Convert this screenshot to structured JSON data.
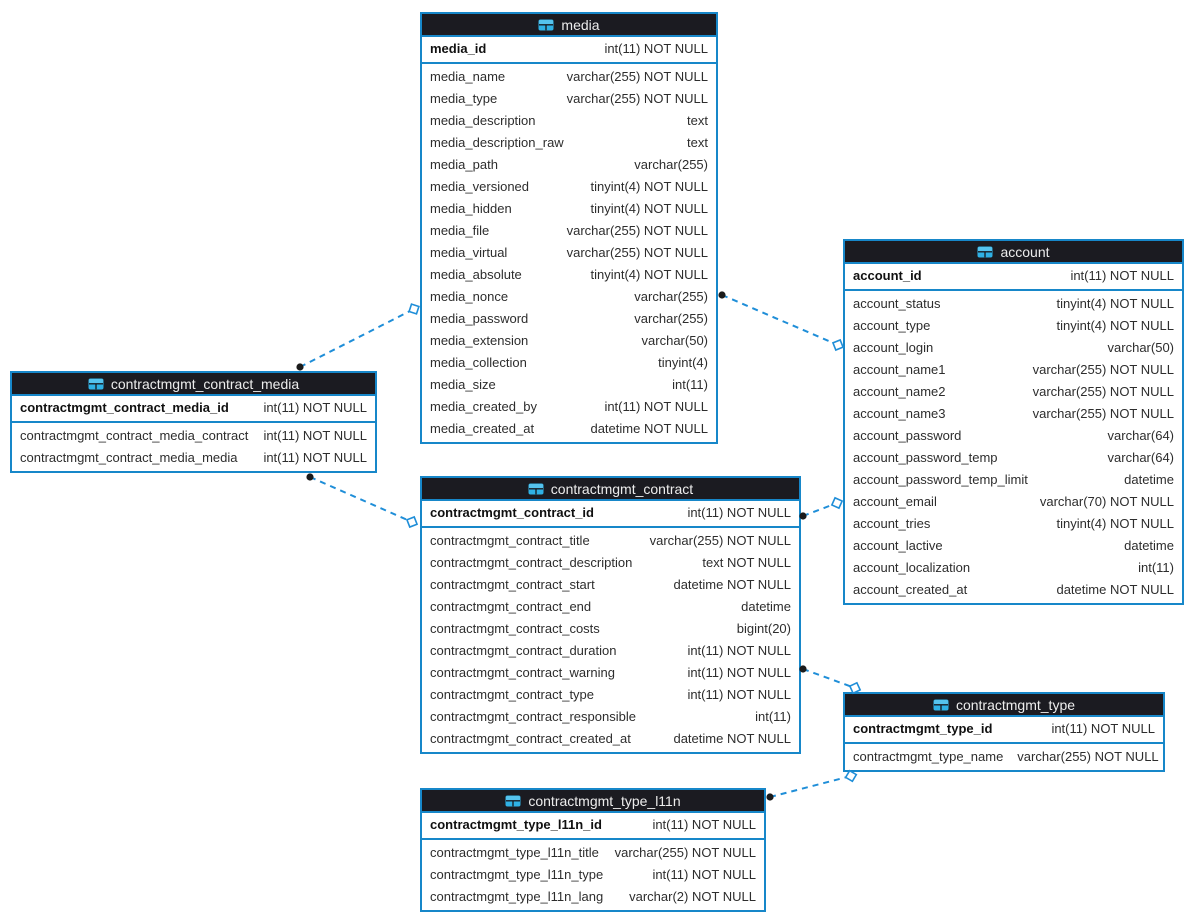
{
  "diagram": {
    "type": "er-diagram",
    "tables": [
      {
        "id": "media",
        "title": "media",
        "icon": "table-icon",
        "columns": [
          {
            "name": "media_id",
            "type": "int(11) NOT NULL",
            "pk": true
          },
          {
            "name": "media_name",
            "type": "varchar(255) NOT NULL"
          },
          {
            "name": "media_type",
            "type": "varchar(255) NOT NULL"
          },
          {
            "name": "media_description",
            "type": "text"
          },
          {
            "name": "media_description_raw",
            "type": "text"
          },
          {
            "name": "media_path",
            "type": "varchar(255)"
          },
          {
            "name": "media_versioned",
            "type": "tinyint(4) NOT NULL"
          },
          {
            "name": "media_hidden",
            "type": "tinyint(4) NOT NULL"
          },
          {
            "name": "media_file",
            "type": "varchar(255) NOT NULL"
          },
          {
            "name": "media_virtual",
            "type": "varchar(255) NOT NULL"
          },
          {
            "name": "media_absolute",
            "type": "tinyint(4) NOT NULL"
          },
          {
            "name": "media_nonce",
            "type": "varchar(255)"
          },
          {
            "name": "media_password",
            "type": "varchar(255)"
          },
          {
            "name": "media_extension",
            "type": "varchar(50)"
          },
          {
            "name": "media_collection",
            "type": "tinyint(4)"
          },
          {
            "name": "media_size",
            "type": "int(11)"
          },
          {
            "name": "media_created_by",
            "type": "int(11) NOT NULL"
          },
          {
            "name": "media_created_at",
            "type": "datetime NOT NULL"
          }
        ]
      },
      {
        "id": "account",
        "title": "account",
        "icon": "table-icon",
        "columns": [
          {
            "name": "account_id",
            "type": "int(11) NOT NULL",
            "pk": true
          },
          {
            "name": "account_status",
            "type": "tinyint(4) NOT NULL"
          },
          {
            "name": "account_type",
            "type": "tinyint(4) NOT NULL"
          },
          {
            "name": "account_login",
            "type": "varchar(50)"
          },
          {
            "name": "account_name1",
            "type": "varchar(255) NOT NULL"
          },
          {
            "name": "account_name2",
            "type": "varchar(255) NOT NULL"
          },
          {
            "name": "account_name3",
            "type": "varchar(255) NOT NULL"
          },
          {
            "name": "account_password",
            "type": "varchar(64)"
          },
          {
            "name": "account_password_temp",
            "type": "varchar(64)"
          },
          {
            "name": "account_password_temp_limit",
            "type": "datetime"
          },
          {
            "name": "account_email",
            "type": "varchar(70) NOT NULL"
          },
          {
            "name": "account_tries",
            "type": "tinyint(4) NOT NULL"
          },
          {
            "name": "account_lactive",
            "type": "datetime"
          },
          {
            "name": "account_localization",
            "type": "int(11)"
          },
          {
            "name": "account_created_at",
            "type": "datetime NOT NULL"
          }
        ]
      },
      {
        "id": "contractmgmt_contract_media",
        "title": "contractmgmt_contract_media",
        "icon": "table-icon",
        "columns": [
          {
            "name": "contractmgmt_contract_media_id",
            "type": "int(11) NOT NULL",
            "pk": true
          },
          {
            "name": "contractmgmt_contract_media_contract",
            "type": "int(11) NOT NULL"
          },
          {
            "name": "contractmgmt_contract_media_media",
            "type": "int(11) NOT NULL"
          }
        ]
      },
      {
        "id": "contractmgmt_contract",
        "title": "contractmgmt_contract",
        "icon": "table-icon",
        "columns": [
          {
            "name": "contractmgmt_contract_id",
            "type": "int(11) NOT NULL",
            "pk": true
          },
          {
            "name": "contractmgmt_contract_title",
            "type": "varchar(255) NOT NULL"
          },
          {
            "name": "contractmgmt_contract_description",
            "type": "text NOT NULL"
          },
          {
            "name": "contractmgmt_contract_start",
            "type": "datetime NOT NULL"
          },
          {
            "name": "contractmgmt_contract_end",
            "type": "datetime"
          },
          {
            "name": "contractmgmt_contract_costs",
            "type": "bigint(20)"
          },
          {
            "name": "contractmgmt_contract_duration",
            "type": "int(11) NOT NULL"
          },
          {
            "name": "contractmgmt_contract_warning",
            "type": "int(11) NOT NULL"
          },
          {
            "name": "contractmgmt_contract_type",
            "type": "int(11) NOT NULL"
          },
          {
            "name": "contractmgmt_contract_responsible",
            "type": "int(11)"
          },
          {
            "name": "contractmgmt_contract_created_at",
            "type": "datetime NOT NULL"
          }
        ]
      },
      {
        "id": "contractmgmt_type",
        "title": "contractmgmt_type",
        "icon": "table-icon",
        "columns": [
          {
            "name": "contractmgmt_type_id",
            "type": "int(11) NOT NULL",
            "pk": true
          },
          {
            "name": "contractmgmt_type_name",
            "type": "varchar(255) NOT NULL"
          }
        ]
      },
      {
        "id": "contractmgmt_type_l11n",
        "title": "contractmgmt_type_l11n",
        "icon": "table-icon",
        "columns": [
          {
            "name": "contractmgmt_type_l11n_id",
            "type": "int(11) NOT NULL",
            "pk": true
          },
          {
            "name": "contractmgmt_type_l11n_title",
            "type": "varchar(255) NOT NULL"
          },
          {
            "name": "contractmgmt_type_l11n_type",
            "type": "int(11) NOT NULL"
          },
          {
            "name": "contractmgmt_type_l11n_lang",
            "type": "varchar(2) NOT NULL"
          }
        ]
      }
    ],
    "relationships": [
      {
        "from_table": "contractmgmt_contract_media",
        "to_table": "media",
        "from_marker": "dot",
        "to_marker": "diamond",
        "line_style": "dashed"
      },
      {
        "from_table": "media",
        "to_table": "account",
        "from_marker": "dot",
        "to_marker": "diamond",
        "line_style": "dashed"
      },
      {
        "from_table": "contractmgmt_contract_media",
        "to_table": "contractmgmt_contract",
        "from_marker": "dot",
        "to_marker": "diamond",
        "line_style": "dashed"
      },
      {
        "from_table": "contractmgmt_contract",
        "to_table": "account",
        "from_marker": "dot",
        "to_marker": "diamond",
        "line_style": "dashed"
      },
      {
        "from_table": "contractmgmt_contract",
        "to_table": "contractmgmt_type",
        "from_marker": "dot",
        "to_marker": "diamond",
        "line_style": "dashed"
      },
      {
        "from_table": "contractmgmt_type_l11n",
        "to_table": "contractmgmt_type",
        "from_marker": "dot",
        "to_marker": "diamond",
        "line_style": "dashed"
      }
    ],
    "colors": {
      "table_border": "#1787c9",
      "header_background": "#1b1b21",
      "header_text": "#ededed",
      "table_icon": "#2fb1e5",
      "row_text": "#2d2d2d",
      "pk_text": "#101010",
      "connector_line": "#1f8ed8",
      "connector_dot": "#1b1b1b",
      "canvas_background": "#ffffff"
    }
  }
}
